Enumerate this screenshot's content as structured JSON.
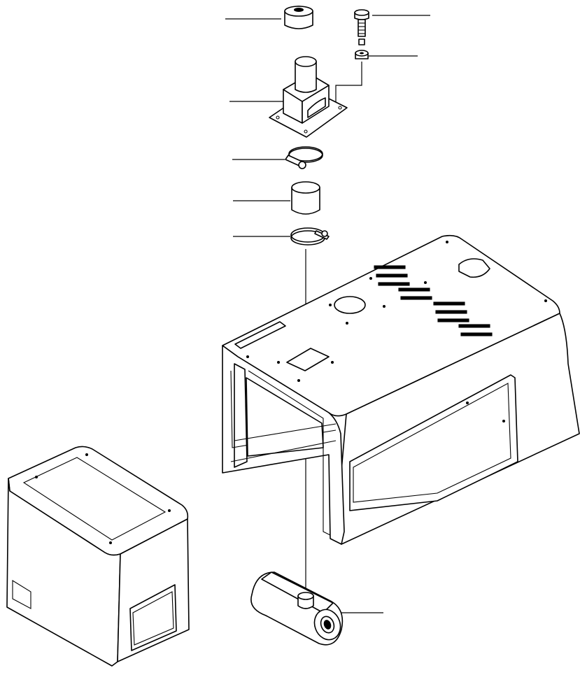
{
  "diagram": {
    "parts": [
      {
        "id": "cap",
        "label": ""
      },
      {
        "id": "stud-bolt",
        "label": ""
      },
      {
        "id": "washer-nut",
        "label": ""
      },
      {
        "id": "stack-bracket",
        "label": ""
      },
      {
        "id": "upper-clamp",
        "label": ""
      },
      {
        "id": "rubber-hose",
        "label": ""
      },
      {
        "id": "lower-clamp",
        "label": ""
      },
      {
        "id": "muffler",
        "label": ""
      },
      {
        "id": "engine-hood",
        "label": ""
      },
      {
        "id": "side-cover",
        "label": ""
      }
    ],
    "line_color": "#000000",
    "background": "#ffffff"
  }
}
